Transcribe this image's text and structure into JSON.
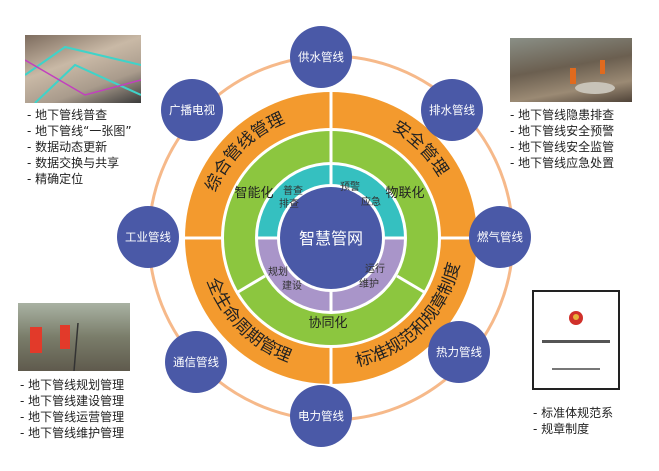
{
  "center": "智慧管网",
  "outer_ring": [
    "综合管线管理",
    "安全管理",
    "标准规范和规章制度",
    "全生命周期管理"
  ],
  "middle_ring": [
    "智能化",
    "物联化",
    "协同化"
  ],
  "inner_ring": [
    [
      "普查",
      "排查"
    ],
    [
      "预警",
      "应急"
    ],
    [
      "规划",
      "建设"
    ],
    [
      "运行",
      "维护"
    ]
  ],
  "nodes": [
    "供水管线",
    "排水管线",
    "燃气管线",
    "热力管线",
    "电力管线",
    "通信管线",
    "工业管线",
    "广播电视"
  ],
  "lists": {
    "top_left": [
      "地下管线普查",
      "地下管线“一张图”",
      "数据动态更新",
      "数据交换与共享",
      "精确定位"
    ],
    "top_right": [
      "地下管线隐患排查",
      "地下管线安全预警",
      "地下管线安全监管",
      "地下管线应急处置"
    ],
    "bottom_left": [
      "地下管线规划管理",
      "地下管线建设管理",
      "地下管线运营管理",
      "地下管线维护管理"
    ],
    "bottom_right": [
      "标准体规范系",
      "规章制度"
    ]
  },
  "colors": {
    "orange": "#f39a2e",
    "green": "#8cc63f",
    "teal": "#35c0c0",
    "purple": "#a995c9",
    "blue": "#4a59a7",
    "orbit": "#f6b98a"
  }
}
